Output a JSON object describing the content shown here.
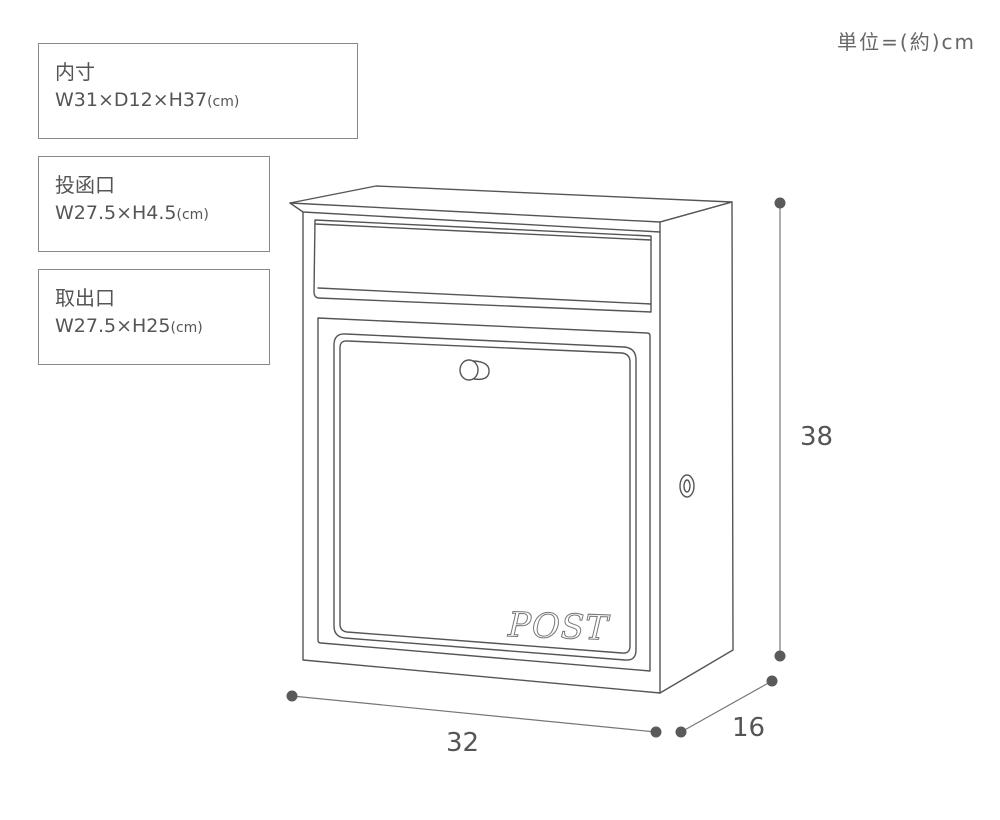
{
  "unit_note": "単位=(約)cm",
  "specs": {
    "inner": {
      "title": "内寸",
      "value": "W31×D12×H37",
      "unit": "(cm)"
    },
    "slot": {
      "title": "投函口",
      "value": "W27.5×H4.5",
      "unit": "(cm)"
    },
    "takeout": {
      "title": "取出口",
      "value": "W27.5×H25",
      "unit": "(cm)"
    }
  },
  "dimensions": {
    "width": "32",
    "depth": "16",
    "height": "38"
  },
  "product": {
    "door_text": "POST"
  },
  "colors": {
    "line": "#555555",
    "text": "#555555",
    "dot": "#5a5a5a"
  }
}
